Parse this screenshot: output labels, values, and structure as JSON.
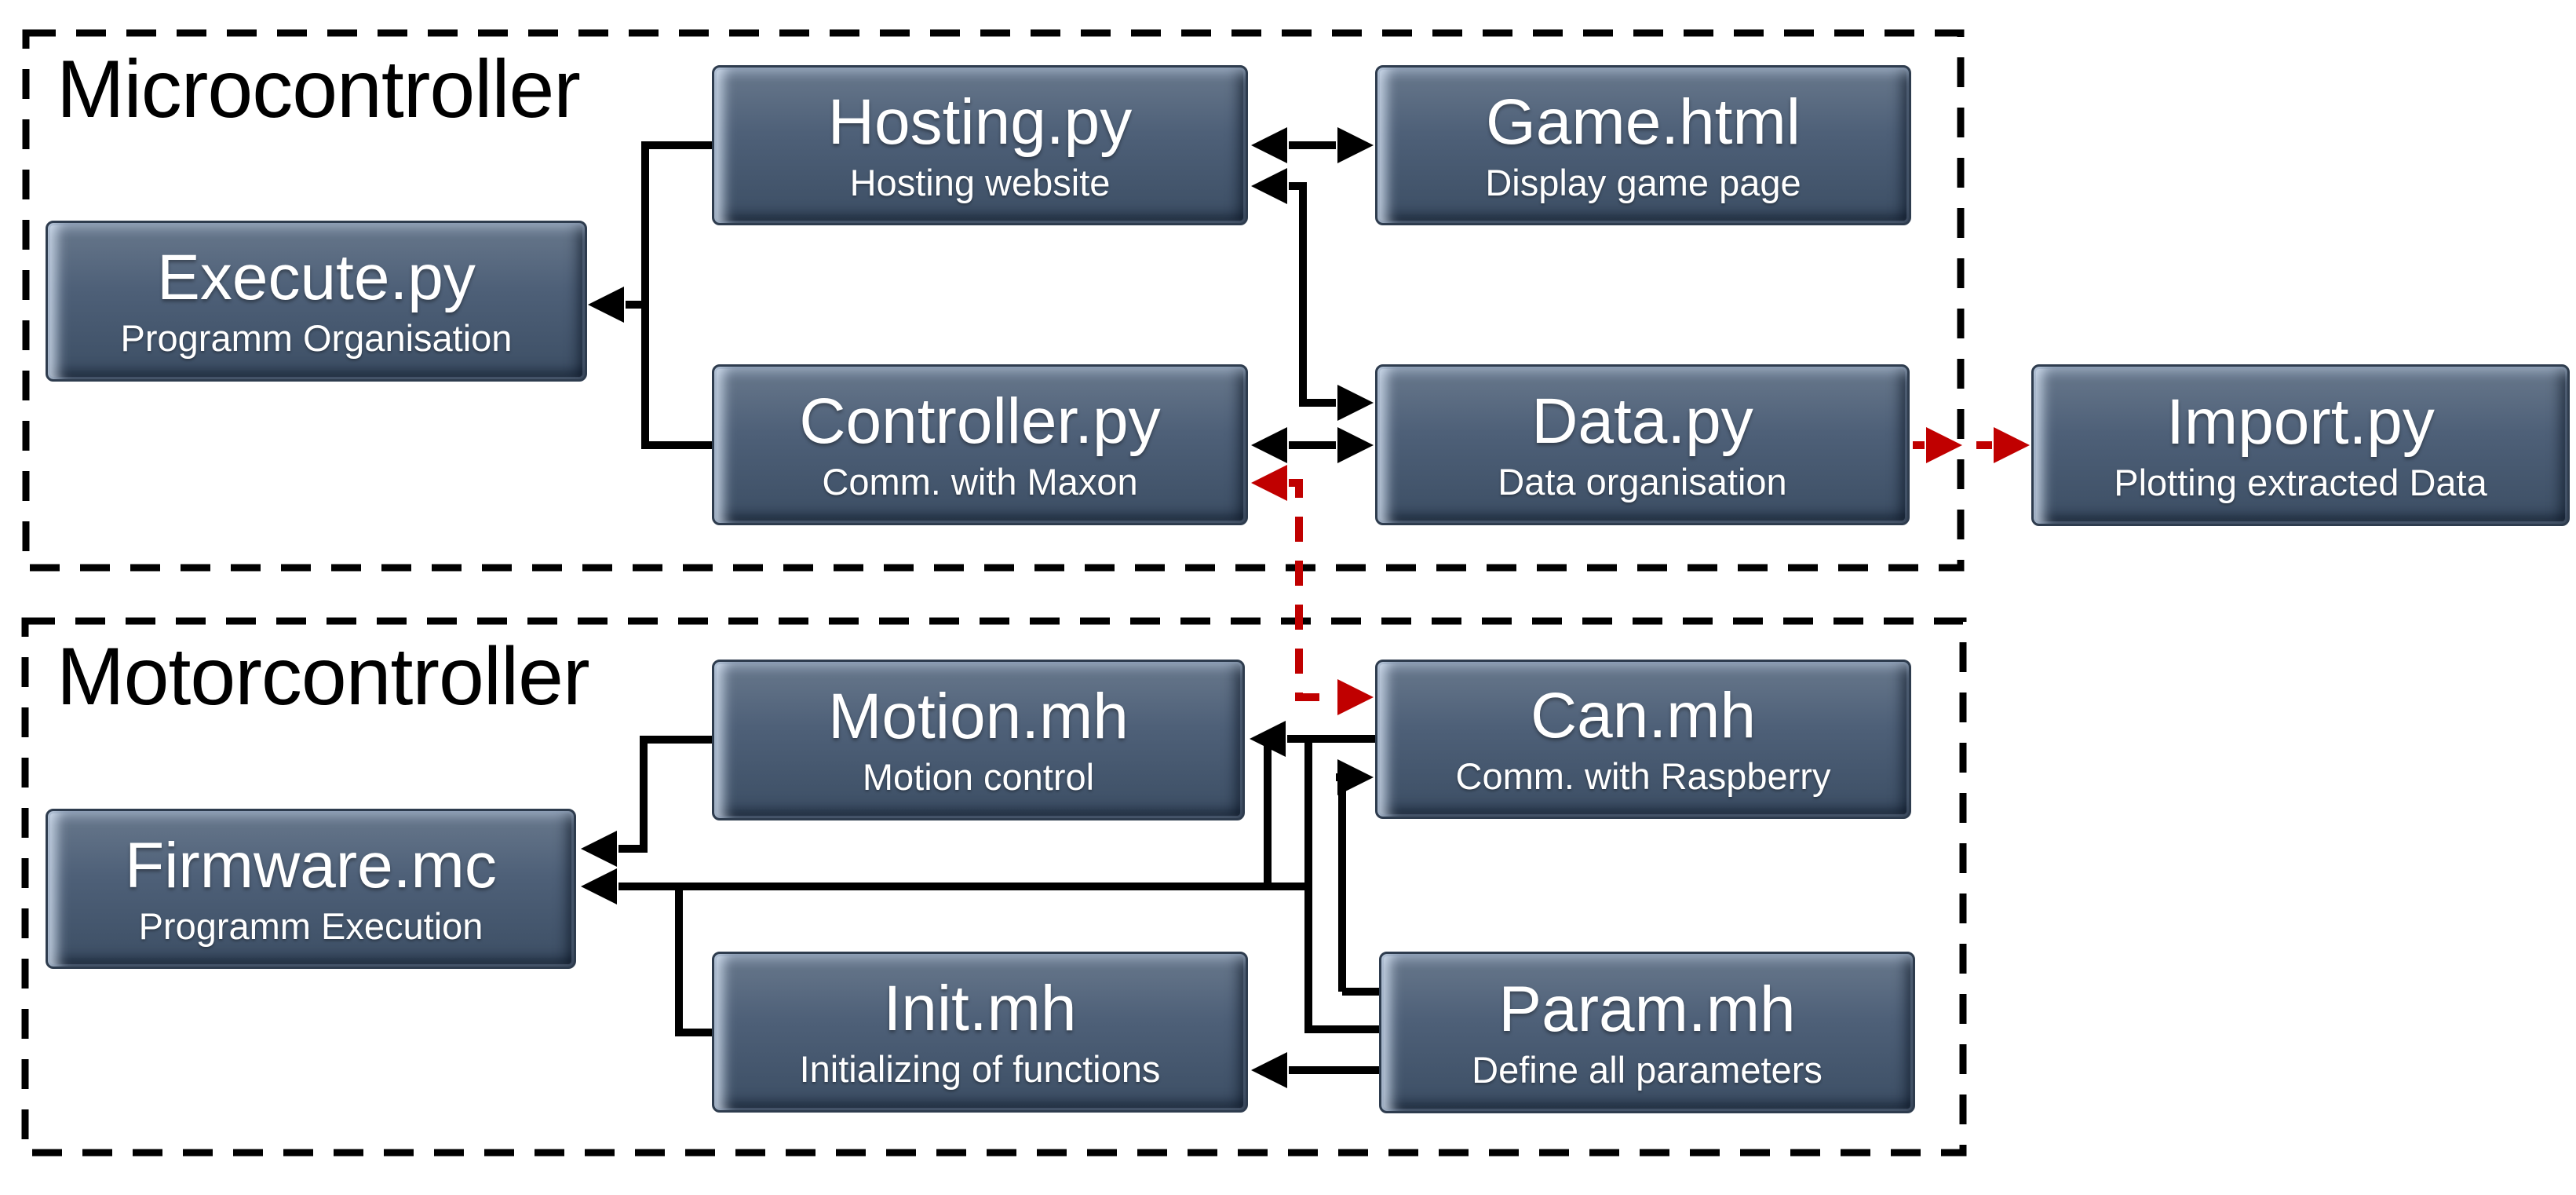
{
  "colors": {
    "background": "#ffffff",
    "line_black": "#000000",
    "accent_red": "#c00000",
    "node_fill_top": "#68788c",
    "node_fill_mid": "#4e6078",
    "node_fill_bottom": "#3c4e64",
    "node_border": "#2e3c4e",
    "node_text": "#ffffff",
    "heading_text": "#000000"
  },
  "sections": {
    "microcontroller": {
      "title": "Microcontroller"
    },
    "motorcontroller": {
      "title": "Motorcontroller"
    }
  },
  "nodes": {
    "execute": {
      "title": "Execute.py",
      "subtitle": "Programm Organisation"
    },
    "hosting": {
      "title": "Hosting.py",
      "subtitle": "Hosting website"
    },
    "game": {
      "title": "Game.html",
      "subtitle": "Display game page"
    },
    "controller": {
      "title": "Controller.py",
      "subtitle": "Comm. with Maxon"
    },
    "data": {
      "title": "Data.py",
      "subtitle": "Data organisation"
    },
    "import": {
      "title": "Import.py",
      "subtitle": "Plotting extracted Data"
    },
    "motion": {
      "title": "Motion.mh",
      "subtitle": "Motion control"
    },
    "can": {
      "title": "Can.mh",
      "subtitle": "Comm. with Raspberry"
    },
    "firmware": {
      "title": "Firmware.mc",
      "subtitle": "Programm Execution"
    },
    "init": {
      "title": "Init.mh",
      "subtitle": "Initializing of functions"
    },
    "param": {
      "title": "Param.mh",
      "subtitle": "Define all parameters"
    }
  },
  "connections": [
    {
      "id": "hosting-game",
      "from": "Hosting.py",
      "to": "Game.html",
      "line": "solid-black",
      "arrows": "both"
    },
    {
      "id": "hosting-data",
      "from": "Hosting.py",
      "to": "Data.py",
      "line": "solid-black",
      "arrows": "both"
    },
    {
      "id": "controller-data",
      "from": "Controller.py",
      "to": "Data.py",
      "line": "solid-black",
      "arrows": "both"
    },
    {
      "id": "branch-execute",
      "from": "Hosting.py & Controller.py",
      "to": "Execute.py",
      "line": "solid-black",
      "arrows": "to"
    },
    {
      "id": "data-import",
      "from": "Data.py",
      "to": "Import.py",
      "line": "dashed-red",
      "arrows": "to"
    },
    {
      "id": "can-controller",
      "from": "Can.mh",
      "to": "Controller.py",
      "line": "dashed-red",
      "arrows": "both"
    },
    {
      "id": "can-motion",
      "from": "Can.mh",
      "to": "Motion.mh",
      "line": "solid-black",
      "arrows": "to"
    },
    {
      "id": "param-can",
      "from": "Param.mh",
      "to": "Can.mh",
      "line": "solid-black",
      "arrows": "to"
    },
    {
      "id": "motion-firmware",
      "from": "Motion.mh",
      "to": "Firmware.mc",
      "line": "solid-black",
      "arrows": "to"
    },
    {
      "id": "can-param-firmware",
      "from": "Can.mh & Param.mh",
      "to": "Firmware.mc",
      "line": "solid-black",
      "arrows": "to"
    },
    {
      "id": "trunk-init",
      "from": "Firmware.mc trunk",
      "to": "Init.mh",
      "line": "solid-black",
      "arrows": "none"
    },
    {
      "id": "param-init",
      "from": "Param.mh",
      "to": "Init.mh",
      "line": "solid-black",
      "arrows": "to"
    }
  ]
}
